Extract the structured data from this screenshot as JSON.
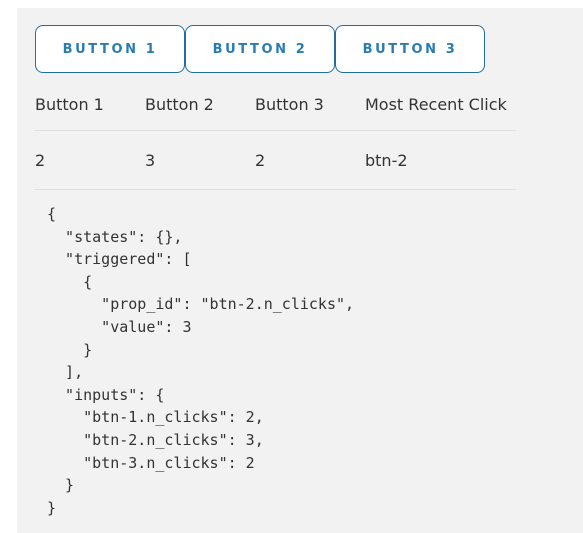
{
  "buttons": [
    {
      "label": "BUTTON 1"
    },
    {
      "label": "BUTTON 2"
    },
    {
      "label": "BUTTON 3"
    }
  ],
  "table": {
    "headers": [
      "Button 1",
      "Button 2",
      "Button 3",
      "Most Recent Click"
    ],
    "row": [
      "2",
      "3",
      "2",
      "btn-2"
    ]
  },
  "json_output": "{\n  \"states\": {},\n  \"triggered\": [\n    {\n      \"prop_id\": \"btn-2.n_clicks\",\n      \"value\": 3\n    }\n  ],\n  \"inputs\": {\n    \"btn-1.n_clicks\": 2,\n    \"btn-2.n_clicks\": 3,\n    \"btn-3.n_clicks\": 2\n  }\n}",
  "colors": {
    "accent": "#2a7bb3",
    "border": "#1f6ea1",
    "panel_bg": "#f2f2f2",
    "text": "#333333"
  }
}
